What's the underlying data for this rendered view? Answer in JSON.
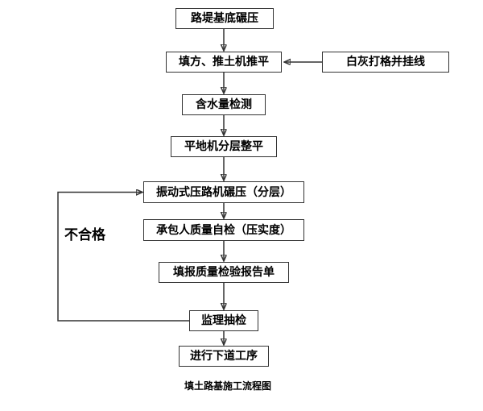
{
  "diagram": {
    "title": "填土路基施工流程图",
    "nodes": [
      {
        "label": "路堤基底碾压"
      },
      {
        "label": "填方、推土机推平"
      },
      {
        "label": "白灰打格并挂线"
      },
      {
        "label": "含水量检测"
      },
      {
        "label": "平地机分层整平"
      },
      {
        "label": "振动式压路机碾压（分层）"
      },
      {
        "label": "承包人质量自检（压实度）"
      },
      {
        "label": "填报质量检验报告单"
      },
      {
        "label": "监理抽检"
      },
      {
        "label": "进行下道工序"
      }
    ],
    "edge_labels": {
      "fail": "不合格"
    },
    "colors": {
      "background": "#ffffff",
      "line": "#333333",
      "text": "#000000"
    }
  }
}
